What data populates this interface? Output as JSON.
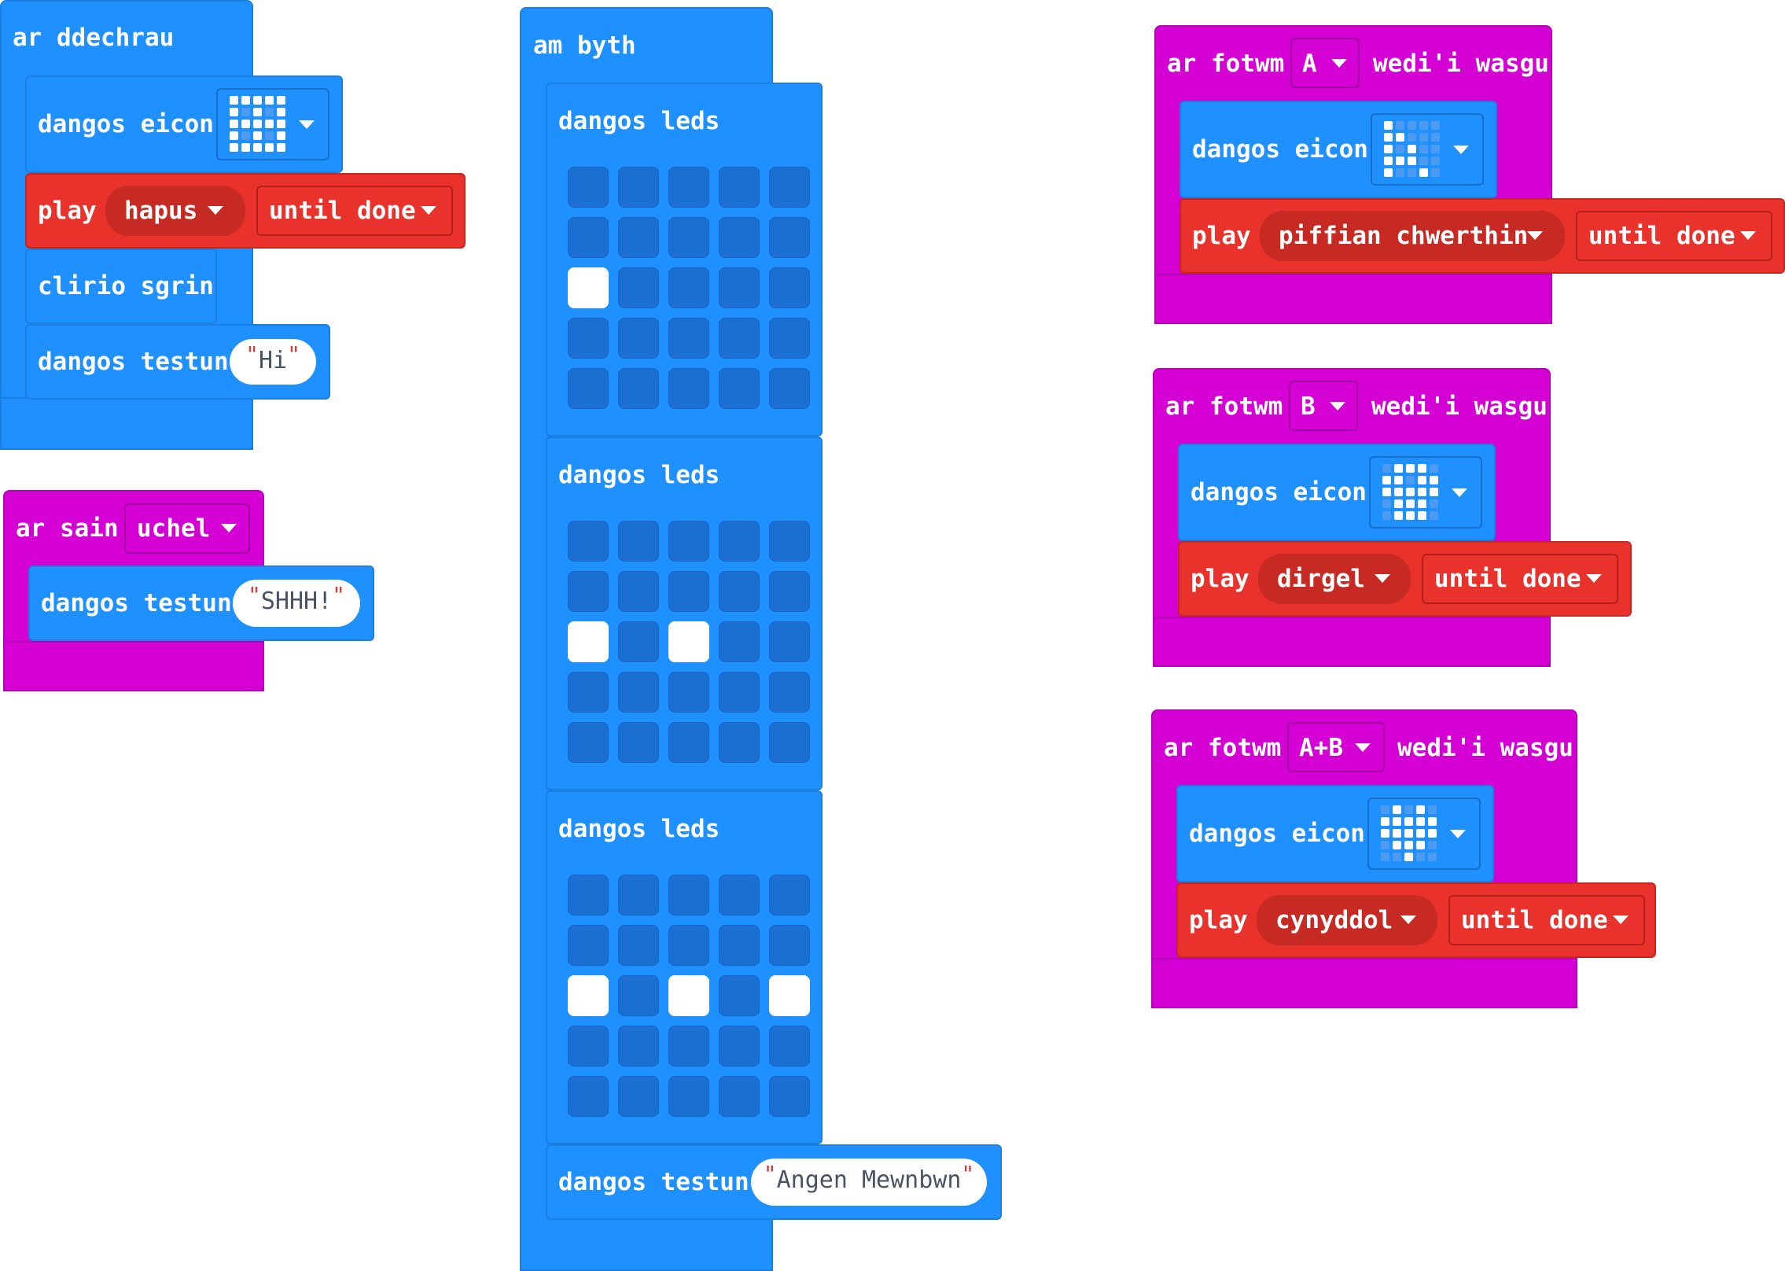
{
  "on_start": {
    "hat_label": "ar ddechrau",
    "show_icon_label": "dangos eicon",
    "play_label": "play",
    "melody": "hapus",
    "play_mode": "until done",
    "clear_label": "clirio sgrin",
    "show_string_label": "dangos testun",
    "string_value": "Hi",
    "icon_pattern": [
      [
        1,
        1,
        1,
        1,
        1
      ],
      [
        1,
        0,
        1,
        0,
        1
      ],
      [
        1,
        1,
        1,
        1,
        1
      ],
      [
        1,
        0,
        1,
        0,
        1
      ],
      [
        1,
        1,
        1,
        1,
        1
      ]
    ]
  },
  "on_sound": {
    "hat_label": "ar sain",
    "level": "uchel",
    "show_string_label": "dangos testun",
    "string_value": "SHHH!"
  },
  "forever": {
    "hat_label": "am byth",
    "leds_label": "dangos leds",
    "frames": [
      [
        [
          0,
          0,
          0,
          0,
          0
        ],
        [
          0,
          0,
          0,
          0,
          0
        ],
        [
          1,
          0,
          0,
          0,
          0
        ],
        [
          0,
          0,
          0,
          0,
          0
        ],
        [
          0,
          0,
          0,
          0,
          0
        ]
      ],
      [
        [
          0,
          0,
          0,
          0,
          0
        ],
        [
          0,
          0,
          0,
          0,
          0
        ],
        [
          1,
          0,
          1,
          0,
          0
        ],
        [
          0,
          0,
          0,
          0,
          0
        ],
        [
          0,
          0,
          0,
          0,
          0
        ]
      ],
      [
        [
          0,
          0,
          0,
          0,
          0
        ],
        [
          0,
          0,
          0,
          0,
          0
        ],
        [
          1,
          0,
          1,
          0,
          1
        ],
        [
          0,
          0,
          0,
          0,
          0
        ],
        [
          0,
          0,
          0,
          0,
          0
        ]
      ]
    ],
    "show_string_label": "dangos testun",
    "string_value": "Angen Mewnbwn"
  },
  "button_a": {
    "hat_prefix": "ar fotwm",
    "button": "A",
    "hat_suffix": "wedi'i wasgu",
    "show_icon_label": "dangos eicon",
    "play_label": "play",
    "melody": "piffian chwerthin",
    "play_mode": "until done",
    "icon_pattern": [
      [
        1,
        0,
        0,
        0,
        0
      ],
      [
        1,
        1,
        0,
        0,
        0
      ],
      [
        1,
        0,
        1,
        0,
        0
      ],
      [
        1,
        1,
        1,
        0,
        0
      ],
      [
        1,
        0,
        0,
        1,
        0
      ]
    ]
  },
  "button_b": {
    "hat_prefix": "ar fotwm",
    "button": "B",
    "hat_suffix": "wedi'i wasgu",
    "show_icon_label": "dangos eicon",
    "play_label": "play",
    "melody": "dirgel",
    "play_mode": "until done",
    "icon_pattern": [
      [
        0,
        1,
        1,
        1,
        0
      ],
      [
        1,
        1,
        0,
        1,
        1
      ],
      [
        1,
        1,
        1,
        1,
        1
      ],
      [
        0,
        1,
        1,
        1,
        0
      ],
      [
        0,
        1,
        1,
        1,
        0
      ]
    ]
  },
  "button_ab": {
    "hat_prefix": "ar fotwm",
    "button": "A+B",
    "hat_suffix": "wedi'i wasgu",
    "show_icon_label": "dangos eicon",
    "play_label": "play",
    "melody": "cynyddol",
    "play_mode": "until done",
    "icon_pattern": [
      [
        0,
        1,
        0,
        1,
        0
      ],
      [
        1,
        1,
        1,
        1,
        1
      ],
      [
        1,
        1,
        1,
        1,
        1
      ],
      [
        0,
        1,
        1,
        1,
        0
      ],
      [
        0,
        0,
        1,
        0,
        0
      ]
    ]
  },
  "colors": {
    "basic": "#1e90ff",
    "input": "#d400d4",
    "music": "#e8322b",
    "led_off": "#1a6fd0",
    "led_on": "#ffffff"
  }
}
